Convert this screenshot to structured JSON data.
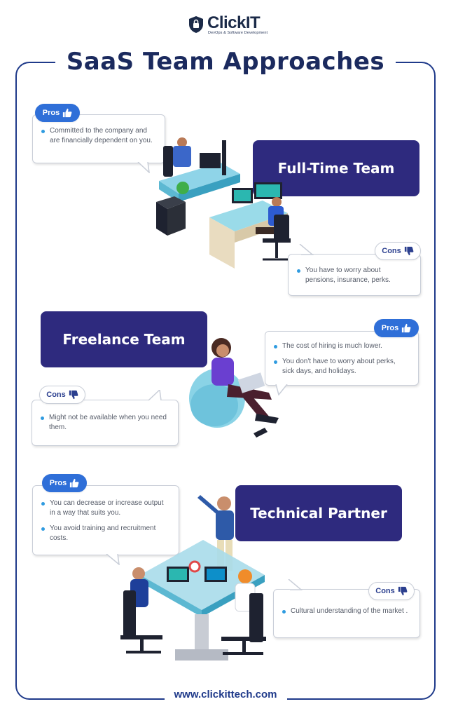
{
  "brand": {
    "name": "ClickIT",
    "tagline": "DevOps & Software Development"
  },
  "title": "SaaS Team Approaches",
  "sections": [
    {
      "team": "Full-Time Team",
      "pros_label": "Pros",
      "pros": [
        "Committed to the company and are financially dependent on you."
      ],
      "cons_label": "Cons",
      "cons": [
        "You have to worry about pensions, insurance, perks."
      ]
    },
    {
      "team": "Freelance Team",
      "pros_label": "Pros",
      "pros": [
        "The cost of hiring is much lower.",
        "You don't have to worry about perks, sick days, and holidays."
      ],
      "cons_label": "Cons",
      "cons": [
        "Might not be available when you need them."
      ]
    },
    {
      "team": "Technical Partner",
      "pros_label": "Pros",
      "pros": [
        "You can decrease or increase output in a way that suits you.",
        "You avoid training and recruitment costs."
      ],
      "cons_label": "Cons",
      "cons": [
        "Cultural understanding of the market ."
      ]
    }
  ],
  "footer": "www.clickittech.com",
  "colors": {
    "navy": "#1b2a5e",
    "card": "#2e2a7e",
    "pros_pill": "#2f6fd8",
    "bullet": "#2f9be0"
  },
  "icons": {
    "pros": "thumbs-up-icon",
    "cons": "thumbs-down-icon"
  }
}
